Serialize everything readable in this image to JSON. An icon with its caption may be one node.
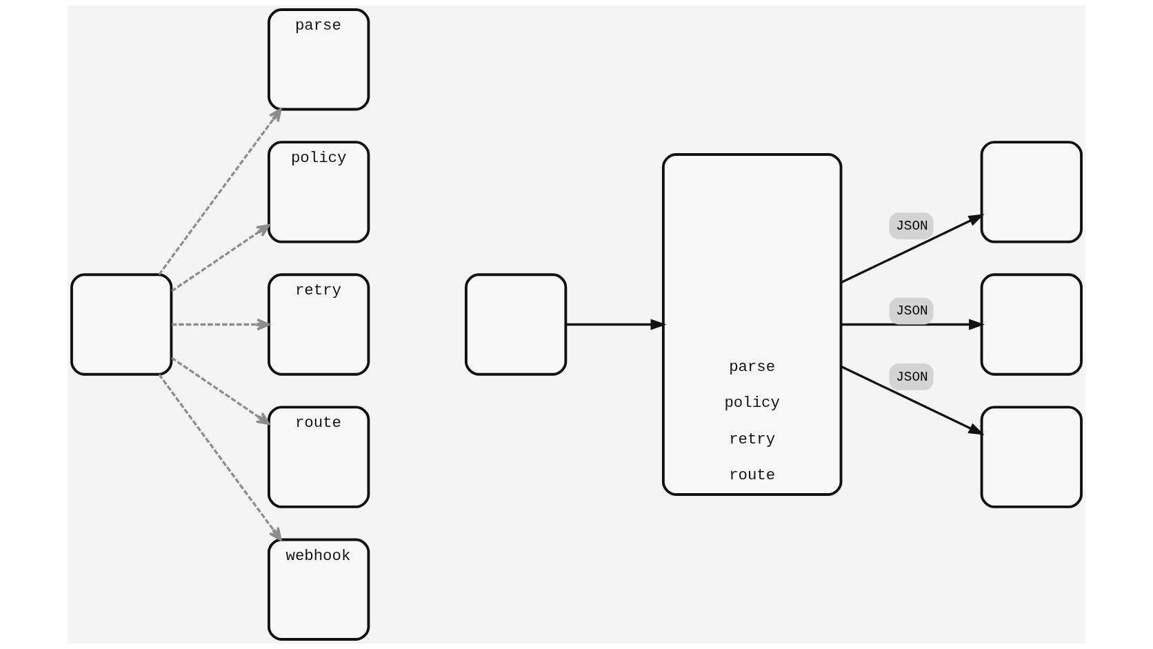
{
  "diagram": {
    "nodes": [
      {
        "text": [],
        "shape": "box"
      },
      {
        "text": [
          "parse"
        ]
      },
      {
        "text": [
          "policy"
        ]
      },
      {
        "text": [
          "retry"
        ]
      },
      {
        "text": [
          "route"
        ]
      },
      {
        "text": [
          "webhook"
        ]
      },
      {
        "text": [],
        "shape": "box"
      },
      {
        "text": [
          "parse",
          "policy",
          "retry",
          "route"
        ]
      },
      {
        "text": [],
        "shape": "box"
      },
      {
        "text": [],
        "shape": "box"
      },
      {
        "text": [],
        "shape": "box"
      }
    ],
    "edges": [
      {
        "from": 0,
        "to": 1,
        "arrow": "to",
        "style": "dashed"
      },
      {
        "from": 0,
        "to": 2,
        "arrow": "to",
        "style": "dashed"
      },
      {
        "from": 0,
        "to": 3,
        "arrow": "to",
        "style": "dashed"
      },
      {
        "from": 0,
        "to": 4,
        "arrow": "to",
        "style": "dashed"
      },
      {
        "from": 0,
        "to": 5,
        "arrow": "to",
        "style": "dashed"
      },
      {
        "from": 6,
        "to": 7,
        "arrow": "to",
        "color": "#111111"
      },
      {
        "from": 7,
        "to": 8,
        "arrow": "to",
        "label": "JSON",
        "color": "#111111"
      },
      {
        "from": 7,
        "to": 9,
        "arrow": "to",
        "label": "JSON",
        "color": "#111111"
      },
      {
        "from": 7,
        "to": 10,
        "arrow": "to",
        "label": "JSON",
        "color": "#111111"
      }
    ]
  }
}
